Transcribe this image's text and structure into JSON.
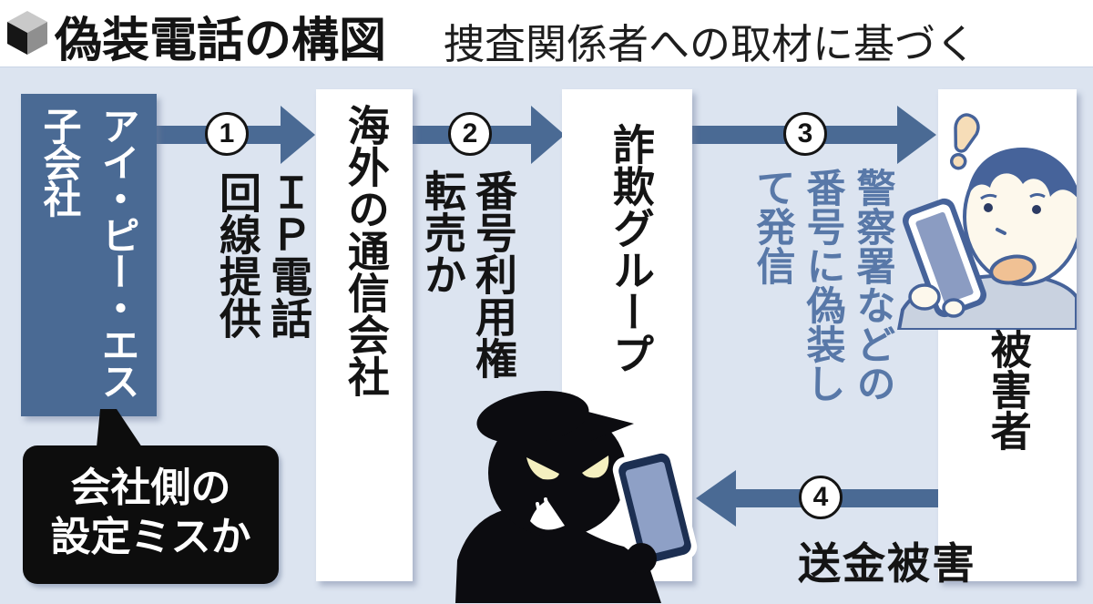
{
  "header": {
    "title": "偽装電話の構図",
    "subtitle": "捜査関係者への取材に基づく"
  },
  "diagram": {
    "nodes": {
      "ips": {
        "name_col1": "アイ・ピー・エス",
        "name_col2": "子会社"
      },
      "overseas_carrier": {
        "label": "海外の通信会社"
      },
      "fraud_group": {
        "label": "詐欺グループ"
      },
      "victim": {
        "label": "被害者"
      }
    },
    "steps": {
      "step1": {
        "number": "1",
        "label_cols": [
          "ＩＰ電話",
          "回線提供"
        ],
        "direction": "right"
      },
      "step2": {
        "number": "2",
        "label_cols": [
          "番号利用権",
          "転売か"
        ],
        "direction": "right"
      },
      "step3": {
        "number": "3",
        "label_cols": [
          "警察署などの",
          "番号に偽装し",
          "て発信"
        ],
        "direction": "right"
      },
      "step4": {
        "number": "4",
        "label": "送金被害",
        "direction": "left"
      }
    },
    "callout": {
      "line1": "会社側の",
      "line2": "設定ミスか"
    },
    "icons": [
      "cube-icon",
      "exclamation-icon",
      "victim-smartphone-icon",
      "fraudster-smartphone-icon"
    ],
    "colors": {
      "canvas_background": "#dce4f0",
      "flow_blue": "#4a6a94",
      "step3_text_blue": "#5878a8",
      "callout_black": "#0d0d0d",
      "node_white": "#ffffff",
      "fraudster_eye_yellow": "#f5f0c0",
      "victim_skin": "#fdf8ec"
    }
  }
}
